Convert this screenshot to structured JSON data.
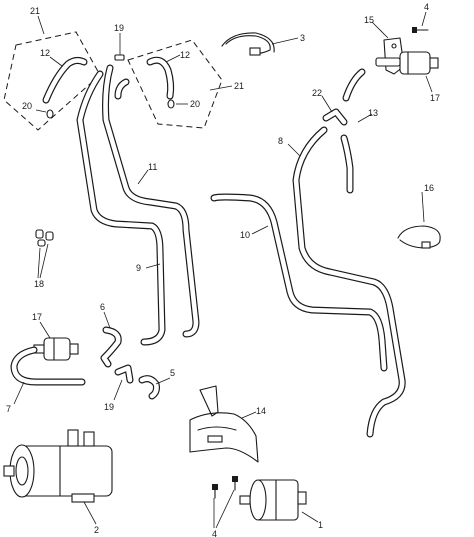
{
  "callouts": {
    "c1": "1",
    "c2": "2",
    "c3": "3",
    "c4a": "4",
    "c4b": "4",
    "c5": "5",
    "c6": "6",
    "c7": "7",
    "c8": "8",
    "c9": "9",
    "c10": "10",
    "c11": "11",
    "c12a": "12",
    "c12b": "12",
    "c13": "13",
    "c14": "14",
    "c15": "15",
    "c16": "16",
    "c17a": "17",
    "c17b": "17",
    "c18": "18",
    "c19a": "19",
    "c19b": "19",
    "c20a": "20",
    "c20b": "20",
    "c21a": "21",
    "c21b": "21",
    "c22": "22"
  },
  "colors": {
    "line": "#1a1a1a",
    "background": "#ffffff"
  }
}
